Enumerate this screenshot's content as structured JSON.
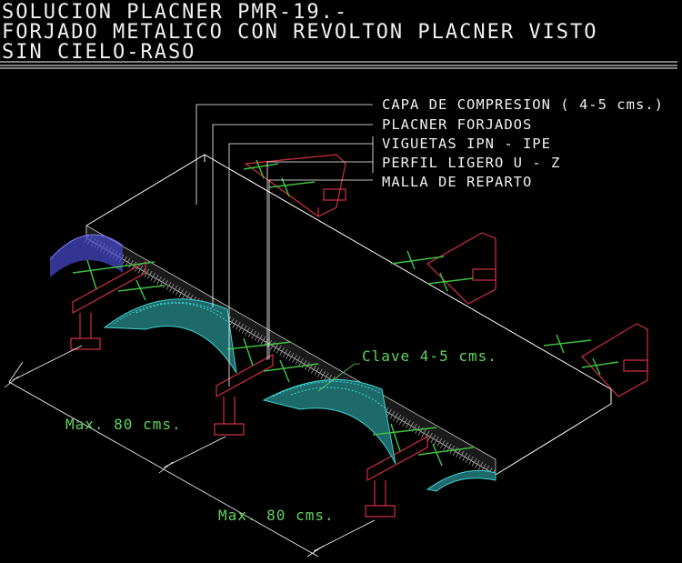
{
  "title": {
    "line1": "SOLUCION PLACNER PMR-19.-",
    "line2": "FORJADO METALICO CON REVOLTON PLACNER VISTO",
    "line3": "SIN CIELO-RASO"
  },
  "labels": {
    "capa": "CAPA DE COMPRESION ( 4-5 cms.)",
    "placner": "PLACNER FORJADOS",
    "viguetas": "VIGUETAS IPN - IPE",
    "perfil": "PERFIL LIGERO  U - Z",
    "malla": "MALLA DE REPARTO"
  },
  "dimensions": {
    "clave": "Clave 4-5 cms.",
    "max1": "Max. 80 cms.",
    "max2": "Max. 80 cms."
  },
  "colors": {
    "background": "#000000",
    "outline": "#ffffff",
    "beam": "#d03040",
    "mesh": "#3fbf3f",
    "vault": "#40d0d0",
    "dimension": "#5fd35f"
  }
}
